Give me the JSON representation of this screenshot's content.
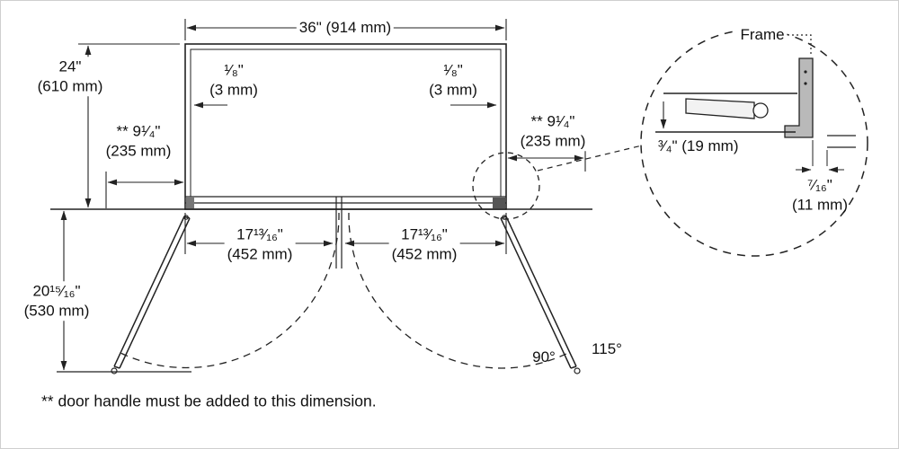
{
  "canvas": {
    "background": "#ffffff",
    "line_color": "#222222",
    "fill_gray": "#b9b9b9",
    "border_color": "#cfcfcf"
  },
  "labels": {
    "width_top": "36\" (914 mm)",
    "depth_left_l1": "24\"",
    "depth_left_l2": "(610 mm)",
    "gap_left_l1": "¹⁄₈\"",
    "gap_left_l2": "(3 mm)",
    "gap_right_l1": "¹⁄₈\"",
    "gap_right_l2": "(3 mm)",
    "handle_left_l1": "** 9¹⁄₄\"",
    "handle_left_l2": "(235 mm)",
    "handle_right_l1": "** 9¹⁄₄\"",
    "handle_right_l2": "(235 mm)",
    "door_left_l1": "17¹³⁄₁₆\"",
    "door_left_l2": "(452 mm)",
    "door_right_l1": "17¹³⁄₁₆\"",
    "door_right_l2": "(452 mm)",
    "swing_depth_l1": "20¹⁵⁄₁₆\"",
    "swing_depth_l2": "(530 mm)",
    "angle_primary": "90°",
    "angle_secondary": "115°",
    "frame": "Frame",
    "frame_depth": "³⁄₄\" (19 mm)",
    "frame_gap_l1": "⁷⁄₁₆\"",
    "frame_gap_l2": "(11 mm)",
    "footnote": "** door handle must be added to this dimension."
  }
}
